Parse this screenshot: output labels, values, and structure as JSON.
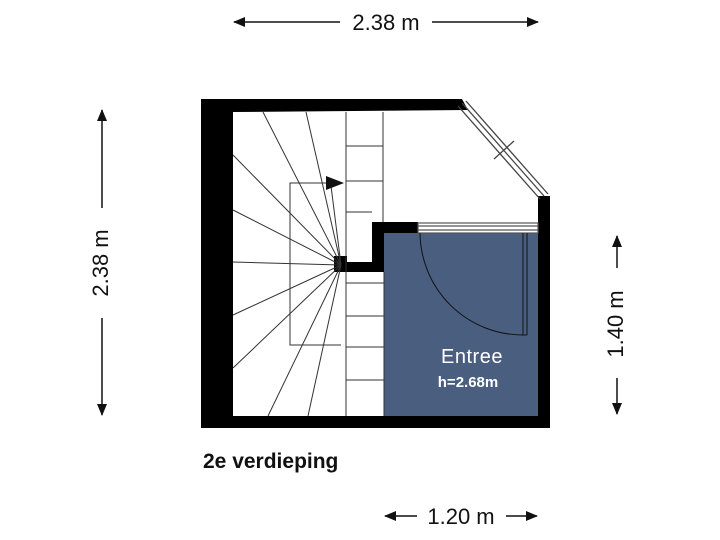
{
  "floor_label": "2e verdieping",
  "room": {
    "name": "Entree",
    "height": "h=2.68m"
  },
  "dimensions": {
    "top": "2.38 m",
    "left": "2.38 m",
    "right": "1.40 m",
    "bottom": "1.20 m"
  },
  "colors": {
    "wall": "#000000",
    "room_fill": "#4a5e80",
    "line": "#444444",
    "background": "#ffffff"
  }
}
